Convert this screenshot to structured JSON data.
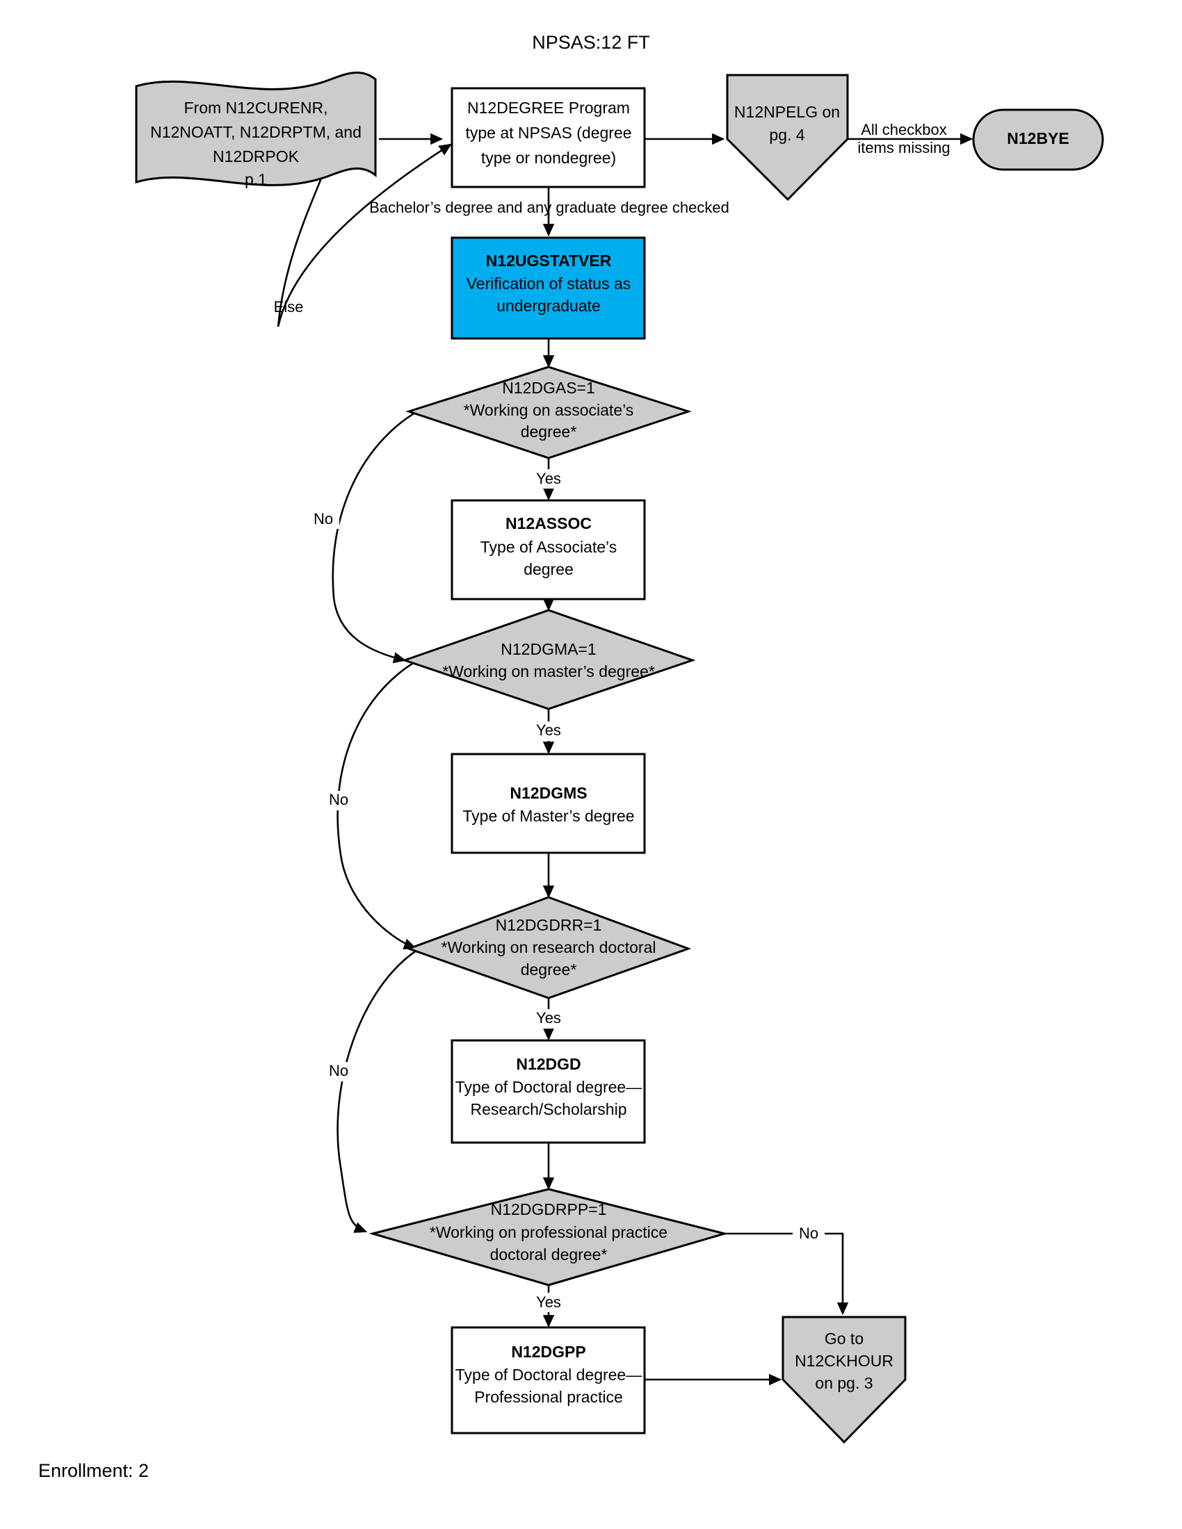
{
  "page": {
    "title": "NPSAS:12 FT",
    "footer": "Enrollment: 2",
    "colors": {
      "shape_gray": "#cccccc",
      "shape_blue": "#00aeef",
      "shape_white": "#ffffff",
      "line": "#000000"
    }
  },
  "nodes": {
    "from_ref": {
      "shape": "flag",
      "line1": "From N12CURENR,",
      "line2": "N12NOATT, N12DRPTM, and",
      "line3": "N12DRPOK",
      "line4": "p.1"
    },
    "n12degree": {
      "shape": "process",
      "name": "N12DEGREE",
      "line1_rest": " Program",
      "line2": "type at NPSAS (degree",
      "line3": "type or nondegree)"
    },
    "n12npelg": {
      "shape": "pentagon-down",
      "line1": "N12NPELG on",
      "line2": "pg. 4"
    },
    "n12bye": {
      "shape": "rounded",
      "name": "N12BYE"
    },
    "n12ugstatver": {
      "shape": "process-blue",
      "name": "N12UGSTATVER",
      "line2": "Verification of status as",
      "line3": "undergraduate"
    },
    "n12dgas": {
      "shape": "decision",
      "line1": "N12DGAS=1",
      "line2": "*Working on associate’s",
      "line3": "degree*"
    },
    "n12assoc": {
      "shape": "process",
      "name": "N12ASSOC",
      "line2": "Type of Associate’s",
      "line3": "degree"
    },
    "n12dgma": {
      "shape": "decision",
      "line1": "N12DGMA=1",
      "line2": "*Working on master’s degree*"
    },
    "n12dgms": {
      "shape": "process",
      "name": "N12DGMS",
      "line2": "Type of Master’s degree"
    },
    "n12dgdrr": {
      "shape": "decision",
      "line1": "N12DGDRR=1",
      "line2": "*Working on research doctoral",
      "line3": "degree*"
    },
    "n12dgd": {
      "shape": "process",
      "name": "N12DGD",
      "line2": "Type of Doctoral degree—",
      "line3": "Research/Scholarship"
    },
    "n12dgdrpp": {
      "shape": "decision",
      "line1": "N12DGDRPP=1",
      "line2": "*Working on professional practice",
      "line3": "doctoral degree*"
    },
    "n12dgpp": {
      "shape": "process",
      "name": "N12DGPP",
      "line2": "Type of Doctoral degree—",
      "line3": "Professional practice"
    },
    "goto_ckhour": {
      "shape": "pentagon-down",
      "line1": "Go to",
      "line2": "N12CKHOUR",
      "line3": "on pg. 3"
    }
  },
  "edge_labels": {
    "all_checkbox_line1": "All checkbox",
    "all_checkbox_line2": "items missing",
    "bachelors": "Bachelor’s degree and any graduate degree checked",
    "else": "Else",
    "yes_dgas": "Yes",
    "no_dgas": "No",
    "yes_dgma": "Yes",
    "no_dgma": "No",
    "yes_dgdrr": "Yes",
    "no_dgdrr": "No",
    "yes_dgdrpp": "Yes",
    "no_dgdrpp": "No"
  }
}
